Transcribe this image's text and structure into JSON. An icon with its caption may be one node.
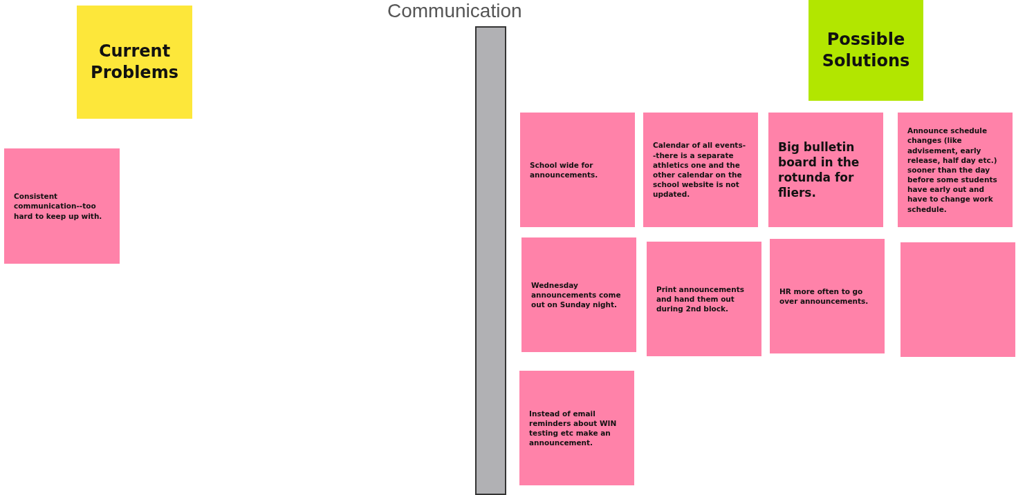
{
  "diagram": {
    "title": "Communication",
    "nodes": [
      {
        "text": [
          "Current Problems"
        ]
      },
      {
        "text": [
          "Consistent communication--too hard to keep up with."
        ]
      },
      {
        "text": [
          "Possible Solutions"
        ]
      },
      {
        "text": [
          "School wide for announcements."
        ]
      },
      {
        "text": [
          "Calendar of all events--there is a separate athletics one and the other calendar on the school website is not updated."
        ]
      },
      {
        "text": [
          "Big bulletin board in the rotunda for fliers."
        ]
      },
      {
        "text": [
          "Announce schedule changes (like advisement, early release, half day etc.) sooner than the day before some students have early out and have to change work schedule."
        ]
      },
      {
        "text": [
          "Wednesday announcements come out on Sunday night."
        ]
      },
      {
        "text": [
          "Print announcements and hand them out during 2nd block."
        ]
      },
      {
        "text": [
          "HR more often to go over announcements."
        ]
      },
      {
        "text": [],
        "shape": "box"
      },
      {
        "text": [
          "Instead of email reminders about WIN testing etc make an announcement."
        ]
      },
      {
        "text": [],
        "shape": "bar"
      }
    ],
    "edges": []
  }
}
